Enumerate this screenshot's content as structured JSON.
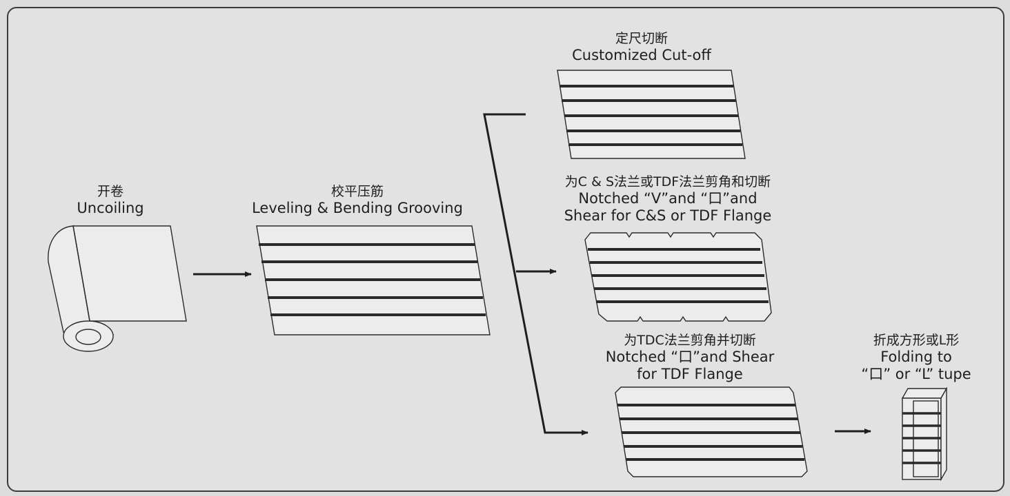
{
  "steps": {
    "uncoiling": {
      "zh": "开卷",
      "en": "Uncoiling"
    },
    "leveling": {
      "zh": "校平压筋",
      "en": "Leveling & Bending Grooving"
    },
    "cutoff": {
      "zh": "定尺切断",
      "en": "Customized Cut-off"
    },
    "notch_cs": {
      "zh": "为C & S法兰或TDF法兰剪角和切断",
      "en1": "Notched “V”and “口”and",
      "en2": "Shear for C&S or TDF Flange"
    },
    "notch_tdc": {
      "zh": "为TDC法兰剪角并切断",
      "en1": "Notched “口”and Shear",
      "en2": "for TDF Flange"
    },
    "folding": {
      "zh": "折成方形或L形",
      "en1": "Folding to",
      "en2": "“口” or “L” tupe"
    }
  },
  "colors": {
    "background": "#e2e2e2",
    "line": "#2a2a2a",
    "sheet": "#ececec"
  }
}
